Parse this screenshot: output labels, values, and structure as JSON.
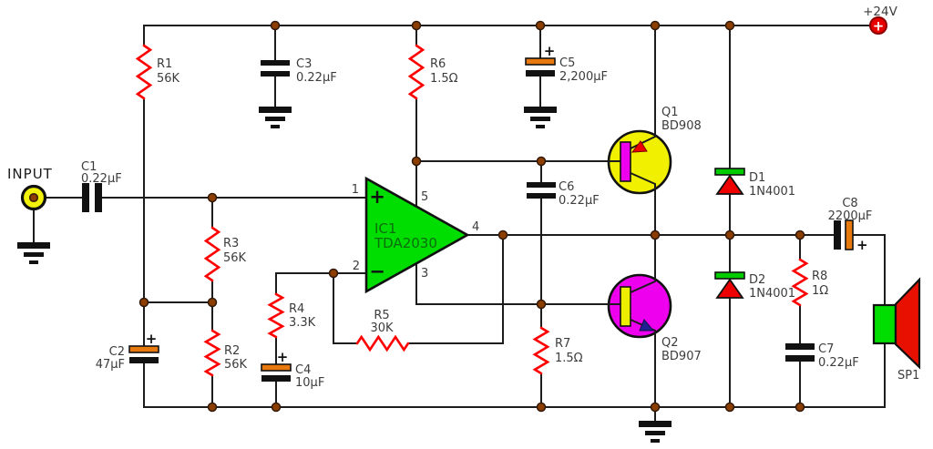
{
  "power": {
    "label": "+24V",
    "symbol": "+"
  },
  "input": {
    "label": "INPUT"
  },
  "ic1": {
    "ref": "IC1",
    "part": "TDA2030",
    "plus": "+",
    "minus": "−",
    "pin1": "1",
    "pin2": "2",
    "pin3": "3",
    "pin4": "4",
    "pin5": "5"
  },
  "resistors": {
    "r1": {
      "ref": "R1",
      "value": "56K"
    },
    "r2": {
      "ref": "R2",
      "value": "56K"
    },
    "r3": {
      "ref": "R3",
      "value": "56K"
    },
    "r4": {
      "ref": "R4",
      "value": "3.3K"
    },
    "r5": {
      "ref": "R5",
      "value": "30K"
    },
    "r6": {
      "ref": "R6",
      "value": "1.5Ω"
    },
    "r7": {
      "ref": "R7",
      "value": "1.5Ω"
    },
    "r8": {
      "ref": "R8",
      "value": "1Ω"
    }
  },
  "capacitors": {
    "c1": {
      "ref": "C1",
      "value": "0.22µF"
    },
    "c2": {
      "ref": "C2",
      "value": "47µF",
      "polarity": "+"
    },
    "c3": {
      "ref": "C3",
      "value": "0.22µF"
    },
    "c4": {
      "ref": "C4",
      "value": "10µF",
      "polarity": "+"
    },
    "c5": {
      "ref": "C5",
      "value": "2,200µF",
      "polarity": "+"
    },
    "c6": {
      "ref": "C6",
      "value": "0.22µF"
    },
    "c7": {
      "ref": "C7",
      "value": "0.22µF"
    },
    "c8": {
      "ref": "C8",
      "value": "2200µF",
      "polarity": "+"
    }
  },
  "transistors": {
    "q1": {
      "ref": "Q1",
      "part": "BD908"
    },
    "q2": {
      "ref": "Q2",
      "part": "BD907"
    }
  },
  "diodes": {
    "d1": {
      "ref": "D1",
      "part": "1N4001"
    },
    "d2": {
      "ref": "D2",
      "part": "1N4001"
    }
  },
  "speaker": {
    "ref": "SP1"
  },
  "colors": {
    "wire": "#1c1c1c",
    "resistor_red": "#ff0000",
    "junction_dot": "#8b3e00",
    "ic_green": "#00dd00",
    "ic_text_green": "#0b6e0b",
    "q1_body_yellow": "#f0f000",
    "q1_base_magenta": "#ee00ee",
    "q2_body_magenta": "#ee00ee",
    "q2_base_yellow": "#eded00",
    "diode_red": "#ee0000",
    "diode_cathode_green": "#00cc00",
    "electrolytic_orange": "#e8790f",
    "power_terminal_red": "#e80000",
    "speaker_frame_green": "#00dd00",
    "speaker_cone_red": "#e81000",
    "input_jack_yellow": "#f2f20a"
  }
}
